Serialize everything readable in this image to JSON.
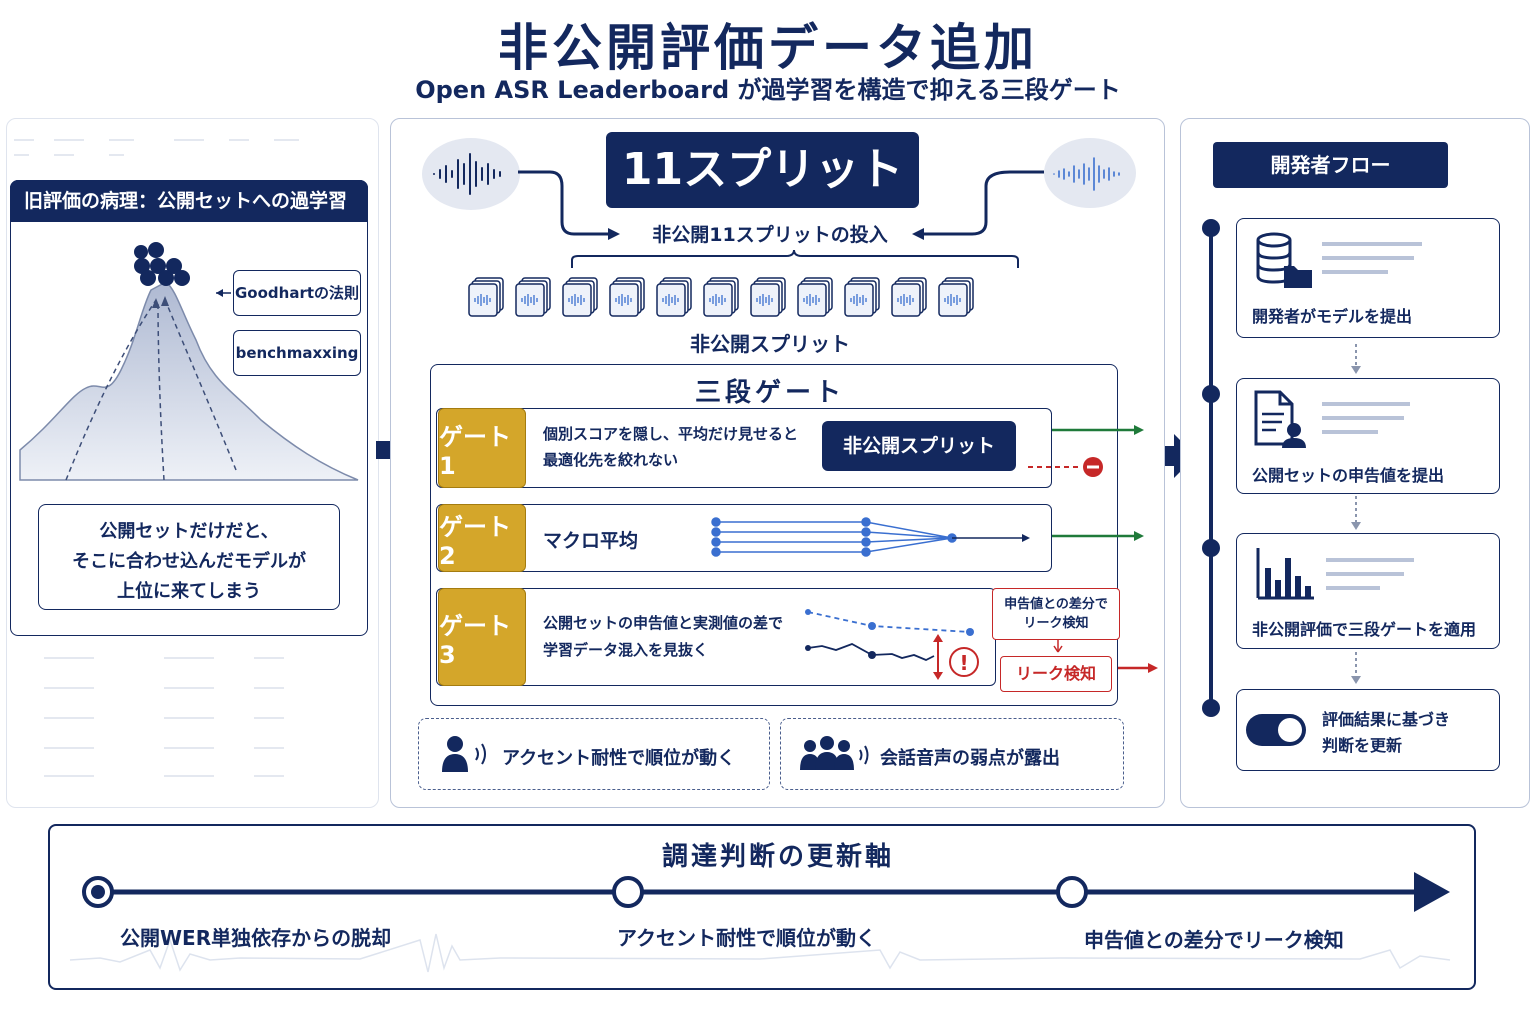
{
  "header": {
    "title": "非公開評価データ追加",
    "subtitle": "Open ASR Leaderboard が過学習を構造で抑える三段ゲート"
  },
  "left": {
    "heading": "旧評価の病理：公開セットへの過学習",
    "tags": [
      "Goodhartの法則",
      "benchmaxxing"
    ],
    "note_lines": [
      "公開セットだけだと、",
      "そこに合わせ込んだモデルが",
      "上位に来てしまう"
    ]
  },
  "center": {
    "splits_badge": "11スプリット",
    "inject_label": "非公開11スプリットの投入",
    "splits_label": "非公開スプリット",
    "gates_title": "三段ゲート",
    "gates": [
      {
        "label": "ゲート1",
        "text_lines": [
          "個別スコアを隠し、平均だけ見せると",
          "最適化先を絞れない"
        ],
        "badge": "非公開スプリット"
      },
      {
        "label": "ゲート2",
        "text_lines": [
          "マクロ平均"
        ]
      },
      {
        "label": "ゲート3",
        "text_lines": [
          "公開セットの申告値と実測値の差で",
          "学習データ混入を見抜く"
        ],
        "callout_lines": [
          "申告値との差分で",
          "リーク検知"
        ],
        "alert": "リーク検知"
      }
    ],
    "effects": [
      "アクセント耐性で順位が動く",
      "会話音声の弱点が露出"
    ]
  },
  "right": {
    "heading": "開発者フロー",
    "steps": [
      {
        "icon": "database-icon",
        "lines": [
          "開発者がモデルを提出"
        ]
      },
      {
        "icon": "document-user-icon",
        "lines": [
          "公開セットの申告値を提出"
        ]
      },
      {
        "icon": "bar-chart-icon",
        "lines": [
          "非公開評価で三段ゲートを適用"
        ]
      },
      {
        "icon": "toggle-icon",
        "lines": [
          "評価結果に基づき",
          "判断を更新"
        ]
      }
    ]
  },
  "bottom": {
    "title": "調達判断の更新軸",
    "milestones": [
      "公開WER単独依存からの脱却",
      "アクセント耐性で順位が動く",
      "申告値との差分でリーク検知"
    ]
  },
  "colors": {
    "navy": "#13285e",
    "gold": "#d4a62a",
    "green": "#1f7a3a",
    "red": "#c62828",
    "blue": "#3a6fd0"
  }
}
